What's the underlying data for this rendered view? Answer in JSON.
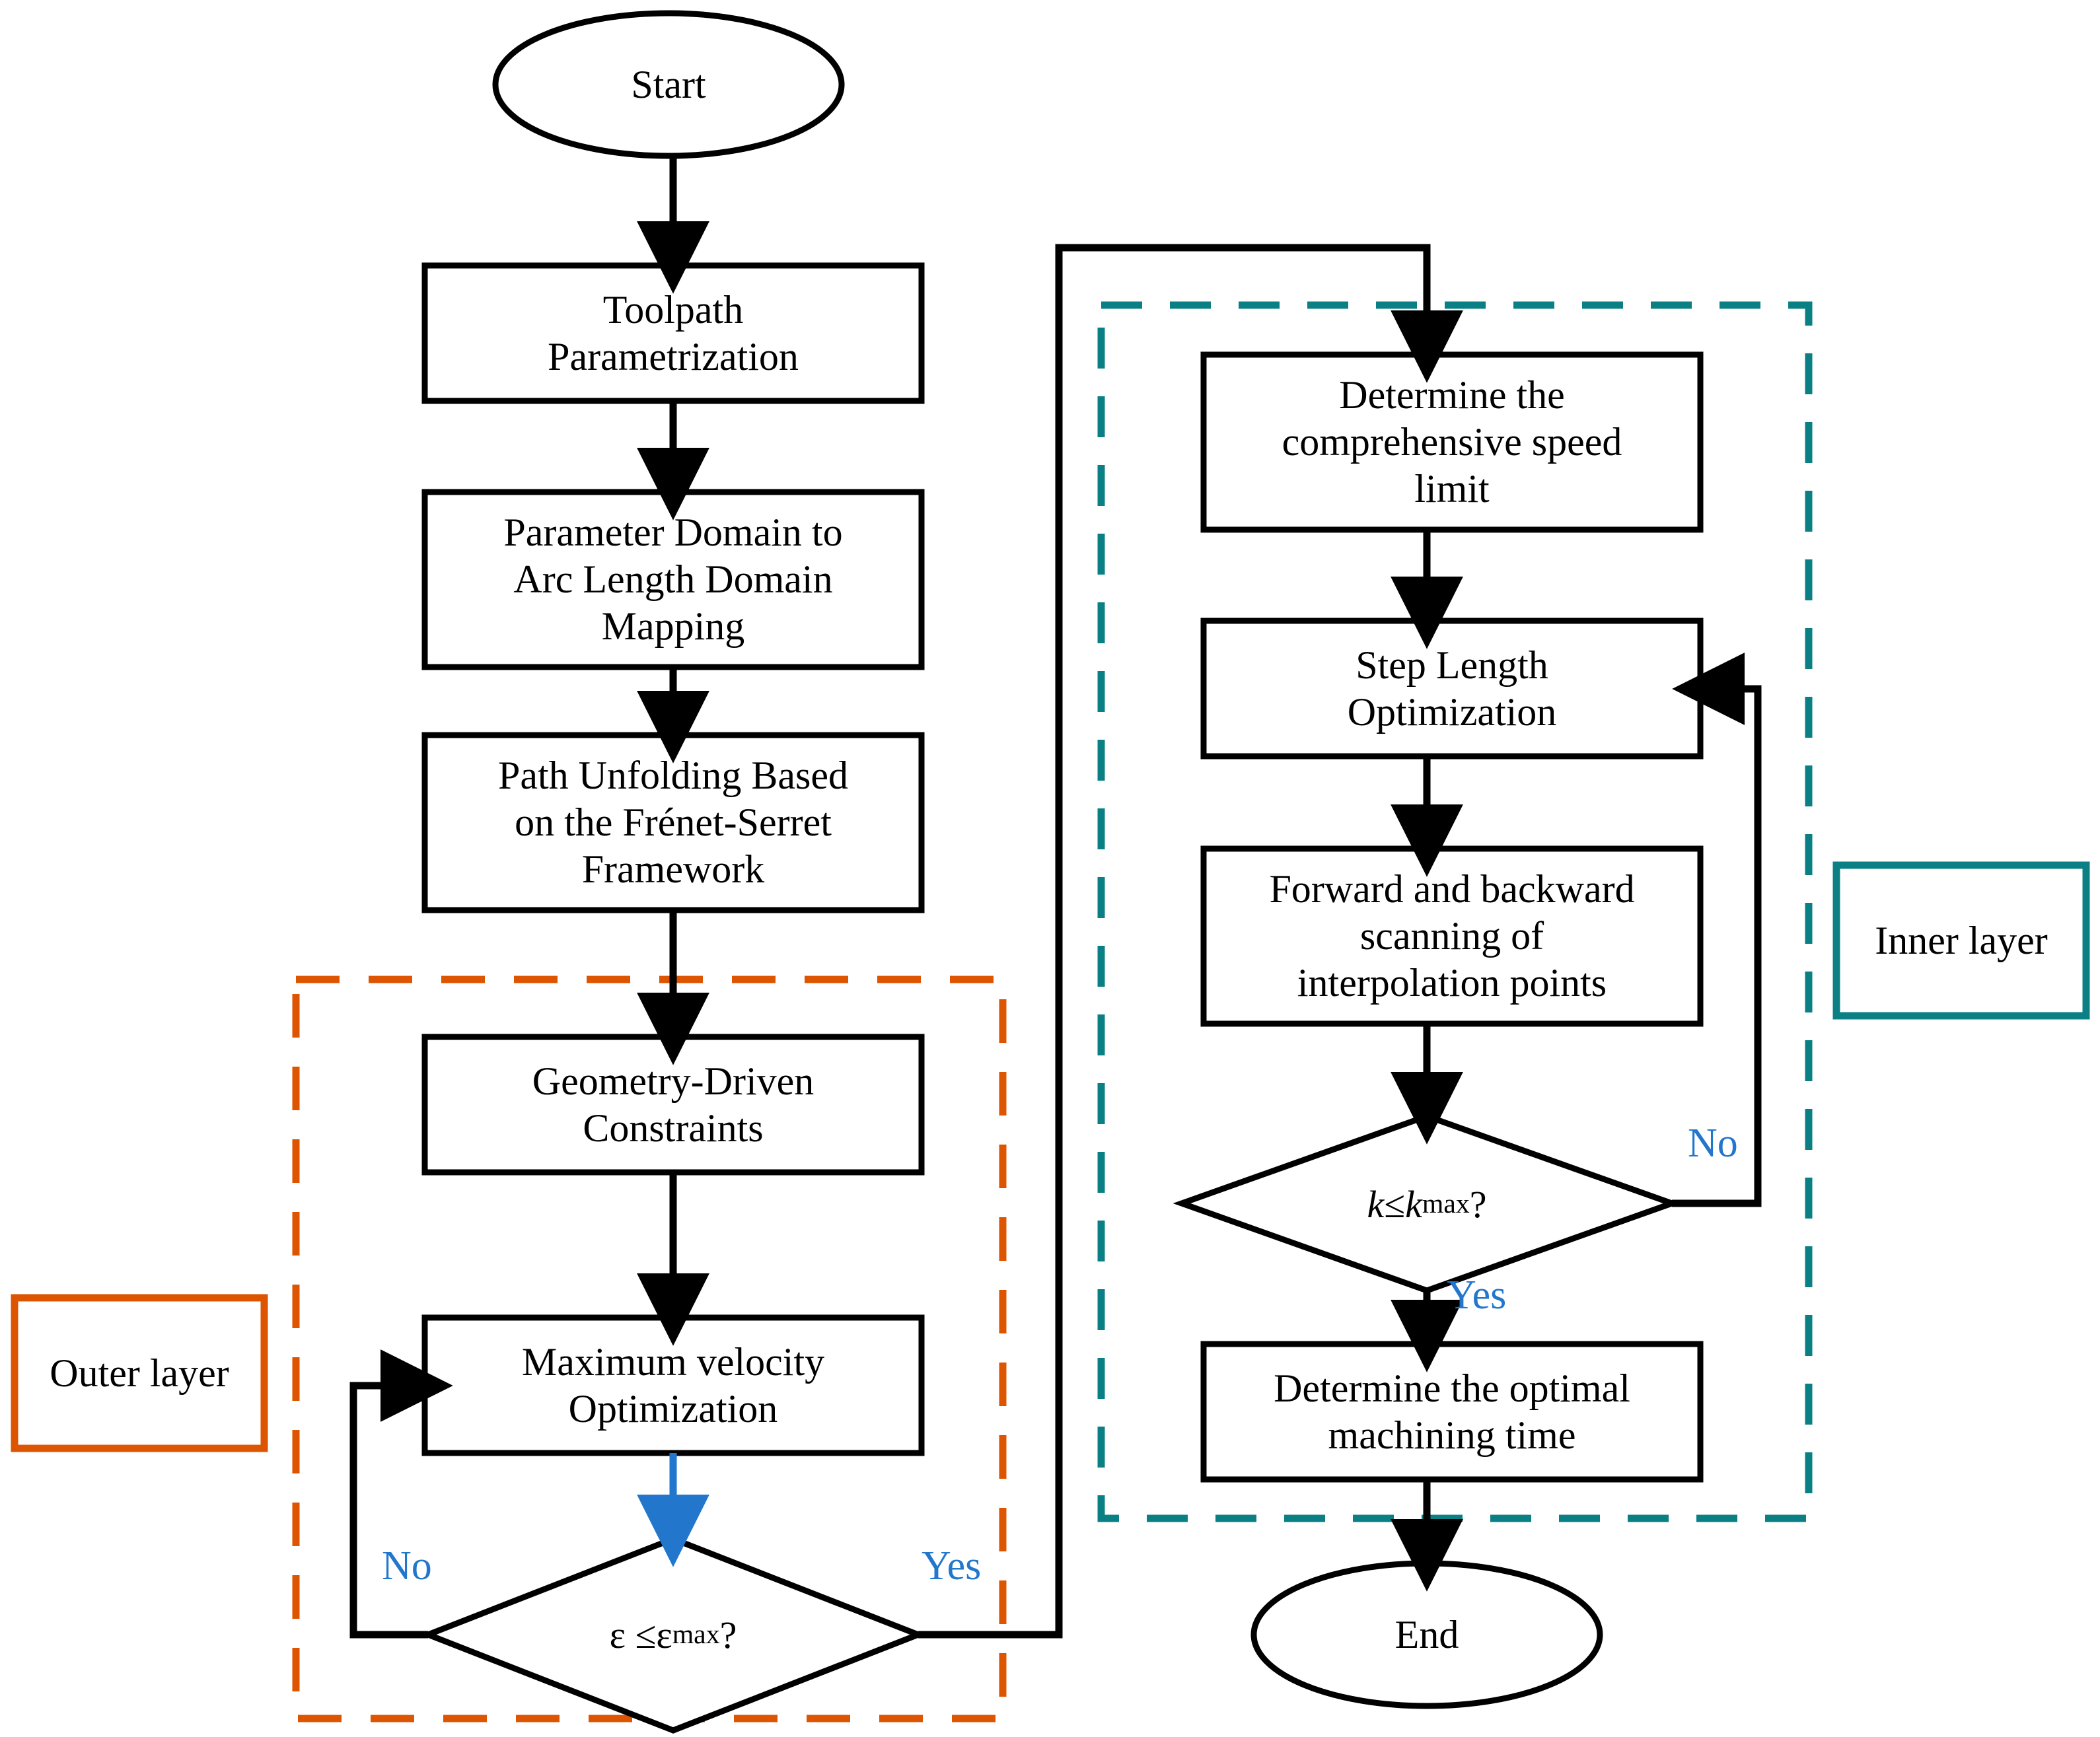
{
  "diagram": {
    "title": "Two-layer toolpath feedrate optimization flowchart",
    "colors": {
      "outer_group": "#dd5500",
      "inner_group": "#0a8084",
      "branch_label": "#2277cc",
      "node_stroke": "#000000",
      "highlight_arrow": "#2277cc"
    }
  },
  "nodes": {
    "start": {
      "label": "Start",
      "shape": "ellipse"
    },
    "toolpath_parametrization": {
      "label": "Toolpath\nParametrization",
      "shape": "process"
    },
    "domain_mapping": {
      "label": "Parameter Domain to\nArc Length Domain\nMapping",
      "shape": "process"
    },
    "path_unfolding": {
      "label": "Path Unfolding Based\non the Frénet-Serret\nFramework",
      "shape": "process"
    },
    "geometry_constraints": {
      "label": "Geometry-Driven\nConstraints",
      "shape": "process"
    },
    "max_velocity": {
      "label": "Maximum velocity\nOptimization",
      "shape": "process"
    },
    "epsilon_decision": {
      "label": "ε ≤ε",
      "label_sub": "max",
      "label_tail": " ?",
      "shape": "decision"
    },
    "speed_limit": {
      "label": "Determine the\ncomprehensive speed\nlimit",
      "shape": "process"
    },
    "step_length": {
      "label": "Step Length\nOptimization",
      "shape": "process"
    },
    "scanning": {
      "label": "Forward and backward\nscanning of\ninterpolation points",
      "shape": "process"
    },
    "k_decision": {
      "label_k1": "k",
      "label_rel": " ≤ ",
      "label_k2": "k",
      "label_sub": "max",
      "label_tail": " ?",
      "shape": "decision"
    },
    "machining_time": {
      "label": "Determine the optimal\nmachining time",
      "shape": "process"
    },
    "end": {
      "label": "End",
      "shape": "ellipse"
    }
  },
  "edge_labels": {
    "epsilon_no": "No",
    "epsilon_yes": "Yes",
    "k_no": "No",
    "k_yes": "Yes"
  },
  "groups": {
    "outer": {
      "legend": "Outer layer",
      "style": "dashed",
      "color": "#dd5500"
    },
    "inner": {
      "legend": "Inner layer",
      "style": "dashed",
      "color": "#0a8084"
    }
  }
}
